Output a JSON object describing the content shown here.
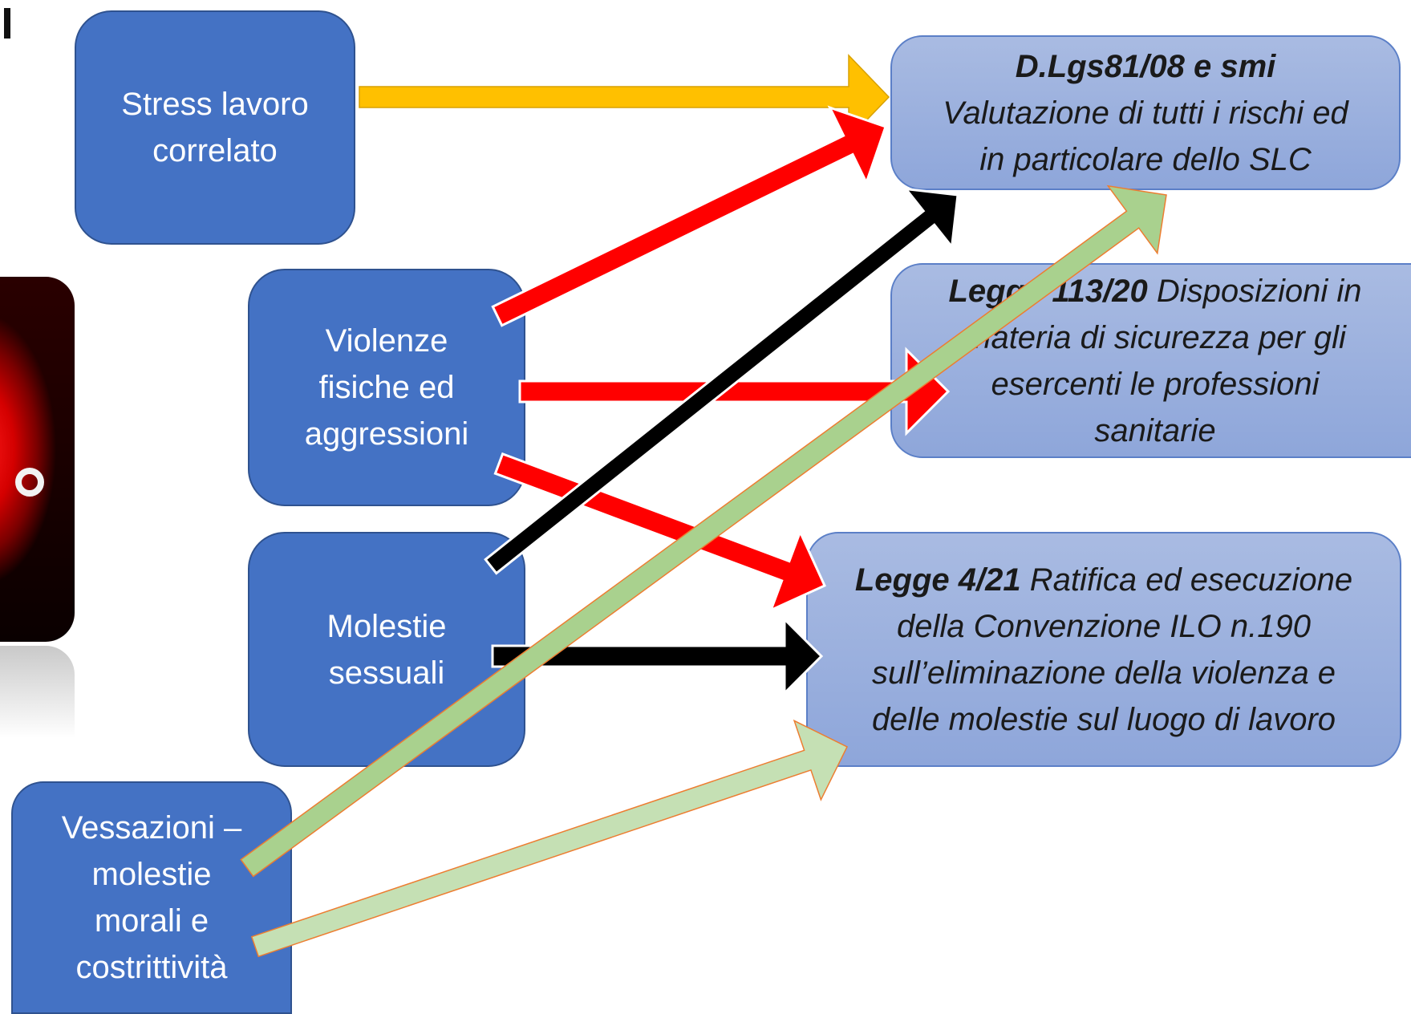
{
  "diagram": {
    "sources": [
      {
        "id": "stress",
        "lines": [
          "Stress lavoro",
          "correlato"
        ]
      },
      {
        "id": "violenze",
        "lines": [
          "Violenze",
          "fisiche ed",
          "aggressioni"
        ]
      },
      {
        "id": "molestie",
        "lines": [
          "Molestie",
          "sessuali"
        ]
      },
      {
        "id": "vessazioni",
        "lines": [
          "Vessazioni –",
          "molestie",
          "morali e",
          "costrittività"
        ]
      }
    ],
    "targets": {
      "dlgs": {
        "title": "D.Lgs81/08 e smi",
        "line1": "Valutazione di tutti i rischi ed",
        "line2": "in particolare dello SLC"
      },
      "legge113": {
        "bold": "Legge 113/20",
        "rest1": " Disposizioni in",
        "line2": "materia di sicurezza per gli",
        "line3": "esercenti le professioni",
        "line4": "sanitarie"
      },
      "legge4": {
        "bold": "Legge 4/21",
        "rest1": " Ratifica ed esecuzione",
        "line2": "della Convenzione ILO n.190",
        "line3": "sull’eliminazione della violenza e",
        "line4": "delle molestie sul luogo di lavoro"
      }
    },
    "connections": [
      {
        "from": "stress",
        "to": "dlgs",
        "color": "#ffc000"
      },
      {
        "from": "violenze",
        "to": "dlgs",
        "color": "#ff0000"
      },
      {
        "from": "violenze",
        "to": "legge113",
        "color": "#ff0000"
      },
      {
        "from": "violenze",
        "to": "legge4",
        "color": "#ff0000"
      },
      {
        "from": "molestie",
        "to": "dlgs",
        "color": "#000000"
      },
      {
        "from": "molestie",
        "to": "legge4",
        "color": "#000000"
      },
      {
        "from": "vessazioni",
        "to": "dlgs",
        "color": "#a9d18e"
      },
      {
        "from": "vessazioni",
        "to": "legge4",
        "color": "#c5e0b4"
      }
    ]
  }
}
